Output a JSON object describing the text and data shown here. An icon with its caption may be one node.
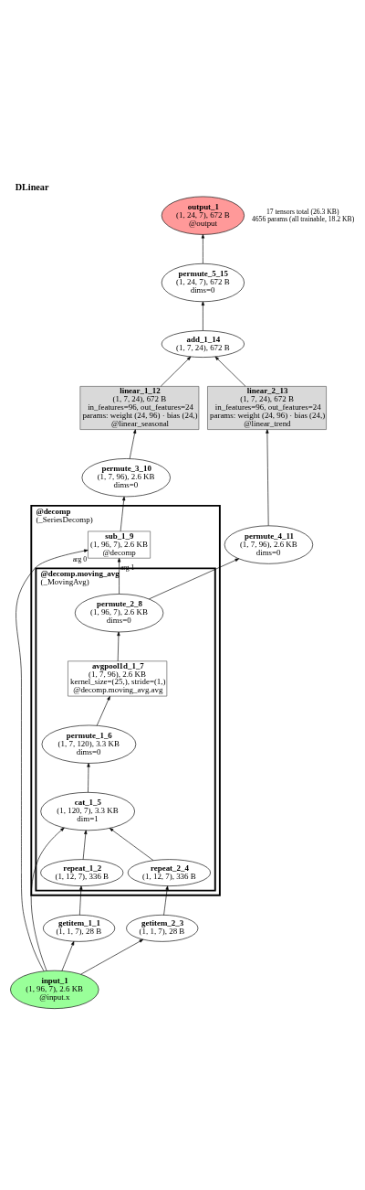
{
  "diagram": {
    "title": "DLinear",
    "labels": [
      "17 tensors total (26.3 KB)",
      "4656 params (all trainable, 18.2 KB)"
    ],
    "nodes": [
      {
        "text": [
          "output_1",
          "(1, 24, 7), 672 B",
          "@output"
        ]
      },
      {
        "text": [
          "permute_5_15",
          "(1, 24, 7), 672 B",
          "dims=0"
        ]
      },
      {
        "text": [
          "add_1_14",
          "(1, 7, 24), 672 B"
        ]
      },
      {
        "text": [
          "linear_2_13",
          "(1, 7, 24), 672 B",
          "in_features=96, out_features=24",
          "params: weight (24, 96) · bias (24,)",
          "@linear_trend"
        ]
      },
      {
        "text": [
          "linear_1_12",
          "(1, 7, 24), 672 B",
          "in_features=96, out_features=24",
          "params: weight (24, 96) · bias (24,)",
          "@linear_seasonal"
        ]
      },
      {
        "text": [
          "permute_4_11",
          "(1, 7, 96), 2.6 KB",
          "dims=0"
        ]
      },
      {
        "text": [
          "permute_3_10",
          "(1, 7, 96), 2.6 KB",
          "dims=0"
        ]
      },
      {
        "text": [
          "@decomp",
          "(_SeriesDecomp)"
        ]
      },
      {
        "text": [
          "sub_1_9",
          "(1, 96, 7), 2.6 KB",
          "@decomp"
        ],
        "in": 7
      },
      {
        "text": [
          "@decomp.moving_avg",
          "(_MovingAvg)"
        ],
        "in": 7
      },
      {
        "text": [
          "permute_2_8",
          "(1, 96, 7), 2.6 KB",
          "dims=0"
        ],
        "in": 9
      },
      {
        "text": [
          "avgpool1d_1_7",
          "(1, 7, 96), 2.6 KB",
          "kernel_size=(25,), stride=(1,)",
          "@decomp.moving_avg.avg"
        ],
        "in": 9
      },
      {
        "text": [
          "permute_1_6",
          "(1, 7, 120), 3.3 KB",
          "dims=0"
        ],
        "in": 9
      },
      {
        "text": [
          "cat_1_5",
          "(1, 120, 7), 3.3 KB",
          "dim=1"
        ],
        "in": 9
      },
      {
        "text": [
          "repeat_1_2",
          "(1, 12, 7), 336 B"
        ],
        "in": 9
      },
      {
        "text": [
          "repeat_2_4",
          "(1, 12, 7), 336 B"
        ],
        "in": 9
      },
      {
        "text": [
          "getitem_1_1",
          "(1, 1, 7), 28 B"
        ]
      },
      {
        "text": [
          "getitem_2_3",
          "(1, 1, 7), 28 B"
        ]
      },
      {
        "text": [
          "input_1",
          "(1, 96, 7), 2.6 KB",
          "@input.x"
        ]
      }
    ],
    "edges": [
      {
        "from": 18,
        "to": 16,
        "arrow": "to"
      },
      {
        "from": 18,
        "to": 17,
        "arrow": "to"
      },
      {
        "from": 16,
        "to": 14,
        "arrow": "to"
      },
      {
        "from": 17,
        "to": 15,
        "arrow": "to"
      },
      {
        "from": 14,
        "to": 13,
        "arrow": "to"
      },
      {
        "from": 15,
        "to": 13,
        "arrow": "to"
      },
      {
        "from": 18,
        "to": 13,
        "arrow": "to"
      },
      {
        "from": 13,
        "to": 12,
        "arrow": "to"
      },
      {
        "from": 12,
        "to": 11,
        "arrow": "to"
      },
      {
        "from": 11,
        "to": 10,
        "arrow": "to"
      },
      {
        "from": 10,
        "to": 8,
        "arrow": "to",
        "label": "arg 1"
      },
      {
        "from": 18,
        "to": 8,
        "arrow": "to",
        "label": "arg 0"
      },
      {
        "from": 10,
        "to": 5,
        "arrow": "to"
      },
      {
        "from": 8,
        "to": 6,
        "arrow": "to"
      },
      {
        "from": 6,
        "to": 4,
        "arrow": "to"
      },
      {
        "from": 5,
        "to": 3,
        "arrow": "to"
      },
      {
        "from": 3,
        "to": 2,
        "arrow": "to"
      },
      {
        "from": 4,
        "to": 2,
        "arrow": "to"
      },
      {
        "from": 2,
        "to": 1,
        "arrow": "to"
      },
      {
        "from": 1,
        "to": 0,
        "arrow": "to"
      }
    ]
  }
}
